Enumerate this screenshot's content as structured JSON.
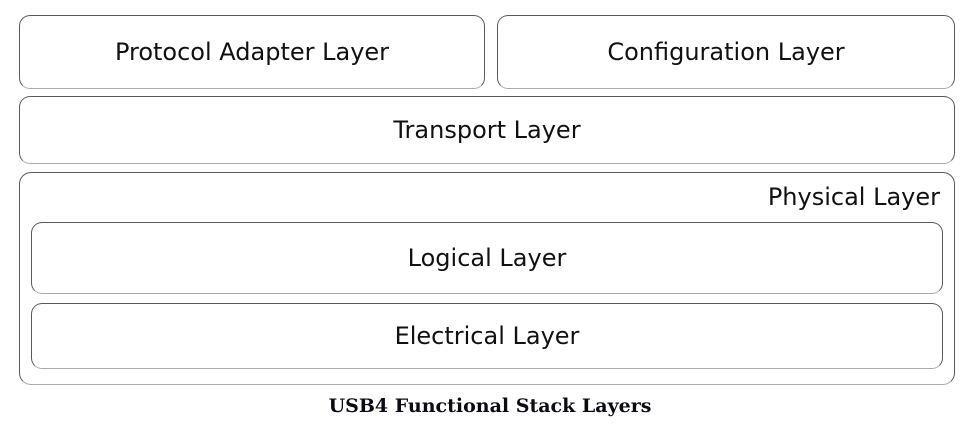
{
  "diagram": {
    "caption": "USB4 Functional Stack Layers",
    "background_color": "#ffffff",
    "stroke_color": "#5a5a5a",
    "stroke_color_bottom": "#ababab",
    "text_color": "#111111",
    "rows": [
      {
        "name": "upper-layers",
        "boxes": [
          {
            "id": "protocol-adapter",
            "label": "Protocol Adapter Layer"
          },
          {
            "id": "configuration",
            "label": "Configuration Layer"
          }
        ]
      },
      {
        "name": "transport",
        "boxes": [
          {
            "id": "transport",
            "label": "Transport Layer"
          }
        ]
      }
    ],
    "physical": {
      "label": "Physical Layer",
      "label_align": "right",
      "children": [
        {
          "id": "logical",
          "label": "Logical Layer"
        },
        {
          "id": "electrical",
          "label": "Electrical Layer"
        }
      ]
    }
  }
}
